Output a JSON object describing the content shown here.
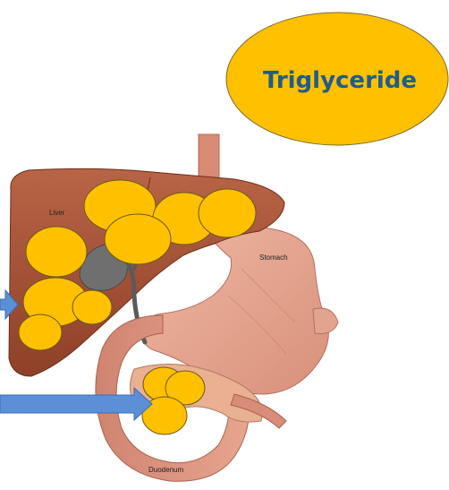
{
  "title": "Triglyceride",
  "labels": {
    "liver": "Liver",
    "stomach": "Stomach",
    "duodenum": "Duodenum"
  },
  "colors": {
    "fat": "#FFC000",
    "fat_outline": "#6B5A1A",
    "title_fill": "#FFC000",
    "title_text": "#1F5C8B",
    "arrow": "#5B8FD6",
    "arrow_outline": "#3A6DB5",
    "liver": "#A55538",
    "stomach": "#E7A992",
    "intestine": "#D98D78",
    "gallbladder": "#6F6F6F"
  },
  "icons": [
    "left-arrow-icon",
    "right-arrow-icon"
  ]
}
